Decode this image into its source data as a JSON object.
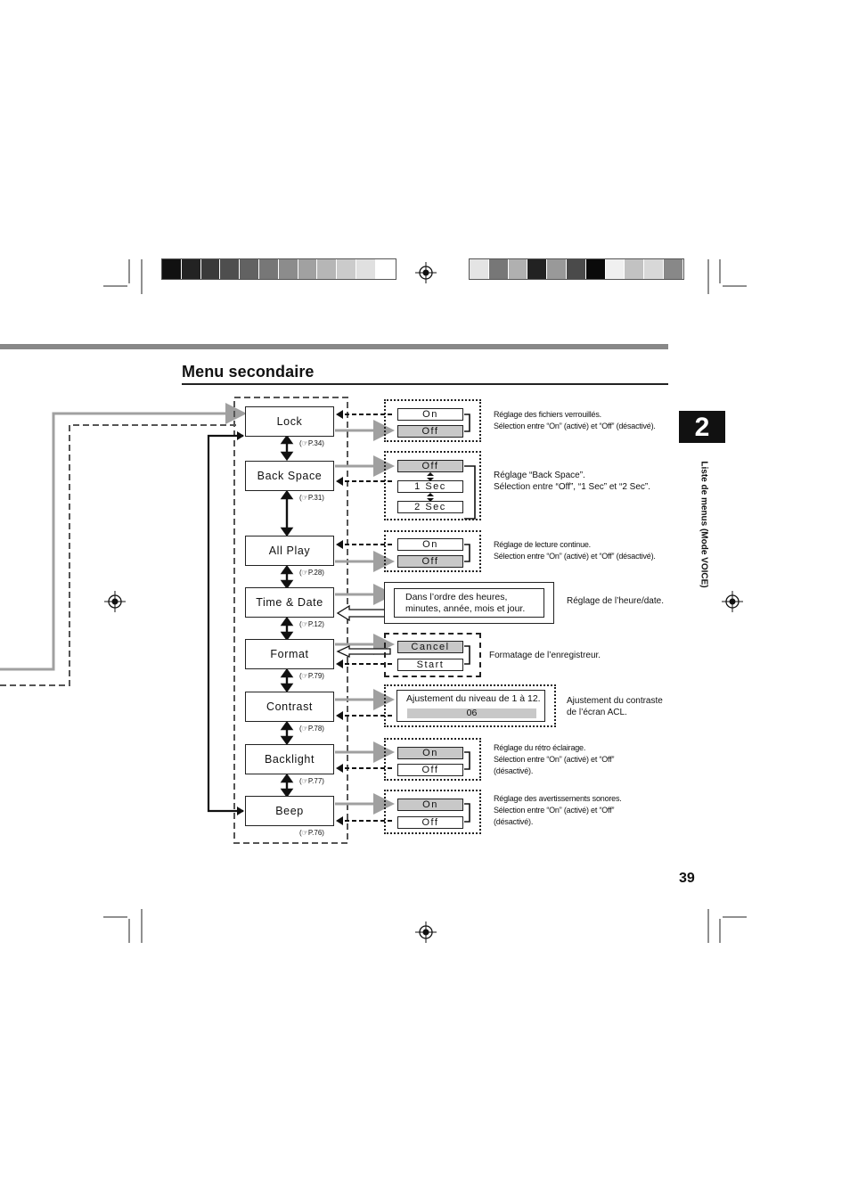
{
  "header": {
    "title": "Menu secondaire",
    "chapter": "2",
    "side_label": "Liste de menus (Mode VOICE)",
    "page_number": "39"
  },
  "colors": {
    "swatches_left": [
      "#111111",
      "#232323",
      "#3a3a3a",
      "#4e4e4e",
      "#626262",
      "#777777",
      "#8c8c8c",
      "#a1a1a1",
      "#b6b6b6",
      "#cbcbcb",
      "#e0e0e0",
      "#ffffff"
    ],
    "swatches_right": [
      "#e4e4e4",
      "#777777",
      "#b0b0b0",
      "#222222",
      "#999999",
      "#4a4a4a",
      "#0a0a0a",
      "#f0f0f0",
      "#c2c2c2",
      "#d8d8d8",
      "#888888"
    ],
    "arrow_gray": "#a0a0a0"
  },
  "menu": [
    {
      "label": "Lock",
      "ref": "(☞P.34)"
    },
    {
      "label": "Back Space",
      "ref": "(☞P.31)"
    },
    {
      "label": "All Play",
      "ref": "(☞P.28)"
    },
    {
      "label": "Time & Date",
      "ref": "(☞P.12)"
    },
    {
      "label": "Format",
      "ref": "(☞P.79)"
    },
    {
      "label": "Contrast",
      "ref": "(☞P.78)"
    },
    {
      "label": "Backlight",
      "ref": "(☞P.77)"
    },
    {
      "label": "Beep",
      "ref": "(☞P.76)"
    }
  ],
  "options": {
    "lock": [
      "On",
      "Off"
    ],
    "backspace": [
      "Off",
      "1 Sec",
      "2 Sec"
    ],
    "allplay": [
      "On",
      "Off"
    ],
    "format": [
      "Cancel",
      "Start"
    ],
    "backlight": [
      "On",
      "Off"
    ],
    "beep": [
      "On",
      "Off"
    ]
  },
  "info": {
    "timedate": [
      "Dans l’ordre des heures,",
      "minutes, année, mois et jour."
    ],
    "contrast_label": "Ajustement du niveau de 1 à 12.",
    "contrast_value": "06"
  },
  "descriptions": {
    "lock": [
      "Réglage des fichiers verrouillés.",
      "Sélection entre “On” (activé) et “Off” (désactivé)."
    ],
    "backspace": [
      "Réglage “Back Space”.",
      "Sélection entre “Off”, “1 Sec” et “2 Sec”."
    ],
    "allplay": [
      "Réglage de lecture continue.",
      "Sélection entre “On” (activé) et “Off” (désactivé)."
    ],
    "timedate": [
      "Réglage de l’heure/date."
    ],
    "format": [
      "Formatage de l’enregistreur."
    ],
    "contrast": [
      "Ajustement du contraste",
      "de l’écran ACL."
    ],
    "backlight": [
      "Réglage du rétro éclairage.",
      "Sélection entre “On” (activé) et “Off”",
      "(désactivé)."
    ],
    "beep": [
      "Réglage des avertissements sonores.",
      "Sélection entre “On” (activé) et “Off”",
      "(désactivé)."
    ]
  }
}
